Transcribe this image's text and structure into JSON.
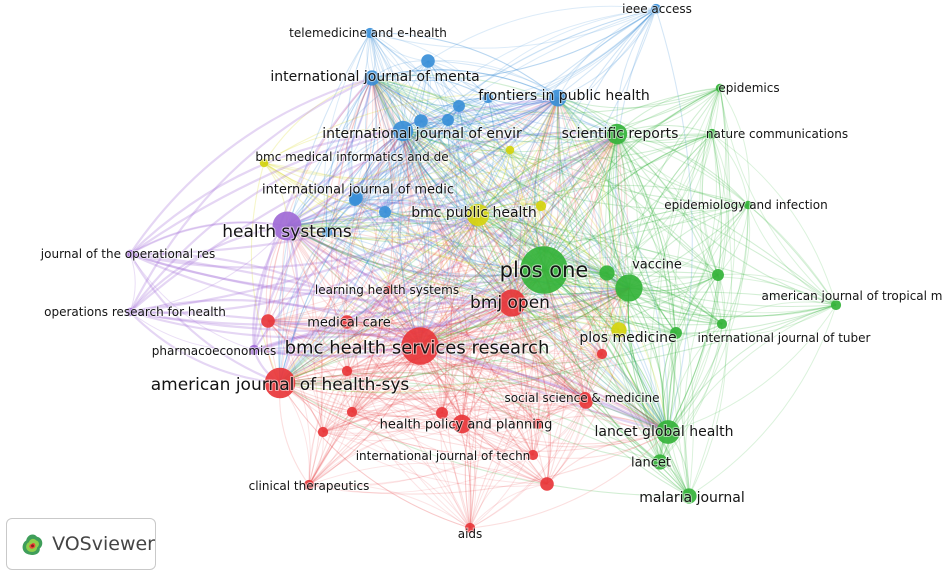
{
  "app": {
    "brand": "VOSviewer"
  },
  "colors": {
    "red": "#e8363a",
    "green": "#34b33a",
    "blue": "#3a8fd8",
    "yellow": "#d4d40e",
    "purple": "#a06ad6"
  },
  "network": {
    "nodes": [
      {
        "id": "plos-one",
        "label": "plos one",
        "cluster": "green",
        "weight": 28
      },
      {
        "id": "bmj-open",
        "label": "bmj open",
        "cluster": "red",
        "weight": 16
      },
      {
        "id": "bmc-health-services-research",
        "label": "bmc health services research",
        "cluster": "red",
        "weight": 22
      },
      {
        "id": "american-journal-of-health-sys",
        "label": "american journal of health-sys",
        "cluster": "red",
        "weight": 18
      },
      {
        "id": "health-systems",
        "label": "health systems",
        "cluster": "purple",
        "weight": 17
      },
      {
        "id": "bmc-public-health",
        "label": "bmc public health",
        "cluster": "yellow",
        "weight": 13
      },
      {
        "id": "international-journal-of-envir",
        "label": "international journal of envir",
        "cluster": "blue",
        "weight": 12
      },
      {
        "id": "international-journal-of-menta",
        "label": "international journal of menta",
        "cluster": "blue",
        "weight": 9
      },
      {
        "id": "frontiers-in-public-health",
        "label": "frontiers in public health",
        "cluster": "blue",
        "weight": 10
      },
      {
        "id": "scientific-reports",
        "label": "scientific reports",
        "cluster": "green",
        "weight": 12
      },
      {
        "id": "lancet-global-health",
        "label": "lancet global health",
        "cluster": "green",
        "weight": 14
      },
      {
        "id": "lancet",
        "label": "lancet",
        "cluster": "green",
        "weight": 9
      },
      {
        "id": "malaria-journal",
        "label": "malaria journal",
        "cluster": "green",
        "weight": 9
      },
      {
        "id": "vaccine",
        "label": "vaccine",
        "cluster": "green",
        "weight": 16
      },
      {
        "id": "plos-medicine",
        "label": "plos medicine",
        "cluster": "yellow",
        "weight": 9
      },
      {
        "id": "health-policy-and-planning",
        "label": "health policy and planning",
        "cluster": "red",
        "weight": 11
      },
      {
        "id": "medical-care",
        "label": "medical care",
        "cluster": "red",
        "weight": 8
      },
      {
        "id": "pharmacoeconomics",
        "label": "pharmacoeconomics",
        "cluster": "purple",
        "weight": 6
      },
      {
        "id": "social-science-medicine",
        "label": "social science & medicine",
        "cluster": "red",
        "weight": 7
      },
      {
        "id": "international-journal-of-techn",
        "label": "international journal of techn",
        "cluster": "red",
        "weight": 6
      },
      {
        "id": "clinical-therapeutics",
        "label": "clinical therapeutics",
        "cluster": "red",
        "weight": 6
      },
      {
        "id": "aids",
        "label": "aids",
        "cluster": "red",
        "weight": 6
      },
      {
        "id": "learning-health-systems",
        "label": "learning health systems",
        "cluster": "red",
        "weight": 5
      },
      {
        "id": "international-journal-of-medic",
        "label": "international journal of medic",
        "cluster": "blue",
        "weight": 8
      },
      {
        "id": "bmc-medical-informatics-and-de",
        "label": "bmc medical informatics and de",
        "cluster": "yellow",
        "weight": 5
      },
      {
        "id": "telemedicine-and-e-health",
        "label": "telemedicine and e-health",
        "cluster": "blue",
        "weight": 6
      },
      {
        "id": "ieee-access",
        "label": "ieee access",
        "cluster": "blue",
        "weight": 6
      },
      {
        "id": "epidemics",
        "label": "epidemics",
        "cluster": "green",
        "weight": 5
      },
      {
        "id": "nature-communications",
        "label": "nature communications",
        "cluster": "green",
        "weight": 6
      },
      {
        "id": "epidemiology-and-infection",
        "label": "epidemiology and infection",
        "cluster": "green",
        "weight": 5
      },
      {
        "id": "american-journal-of-tropical-m",
        "label": "american journal of tropical m",
        "cluster": "green",
        "weight": 6
      },
      {
        "id": "international-journal-of-tuber",
        "label": "international journal of tuber",
        "cluster": "green",
        "weight": 6
      },
      {
        "id": "journal-of-the-operational-res",
        "label": "journal of the operational res",
        "cluster": "purple",
        "weight": 5
      },
      {
        "id": "operations-research-for-health",
        "label": "operations research for health",
        "cluster": "purple",
        "weight": 5
      },
      {
        "id": "u-blue-1",
        "label": "",
        "cluster": "blue",
        "weight": 8
      },
      {
        "id": "u-blue-2",
        "label": "",
        "cluster": "blue",
        "weight": 7
      },
      {
        "id": "u-blue-3",
        "label": "",
        "cluster": "blue",
        "weight": 7
      },
      {
        "id": "u-blue-4",
        "label": "",
        "cluster": "blue",
        "weight": 6
      },
      {
        "id": "u-blue-5",
        "label": "",
        "cluster": "blue",
        "weight": 7
      },
      {
        "id": "u-blue-6",
        "label": "",
        "cluster": "blue",
        "weight": 7
      },
      {
        "id": "u-blue-7",
        "label": "",
        "cluster": "blue",
        "weight": 6
      },
      {
        "id": "u-blue-8",
        "label": "",
        "cluster": "blue",
        "weight": 8
      },
      {
        "id": "u-yellow-1",
        "label": "",
        "cluster": "yellow",
        "weight": 5
      },
      {
        "id": "u-yellow-2",
        "label": "",
        "cluster": "yellow",
        "weight": 6
      },
      {
        "id": "u-green-1",
        "label": "",
        "cluster": "green",
        "weight": 9
      },
      {
        "id": "u-green-2",
        "label": "",
        "cluster": "green",
        "weight": 7
      },
      {
        "id": "u-green-3",
        "label": "",
        "cluster": "green",
        "weight": 7
      },
      {
        "id": "u-red-1",
        "label": "",
        "cluster": "red",
        "weight": 8
      },
      {
        "id": "u-red-2",
        "label": "",
        "cluster": "red",
        "weight": 6
      },
      {
        "id": "u-red-3",
        "label": "",
        "cluster": "red",
        "weight": 6
      },
      {
        "id": "u-red-4",
        "label": "",
        "cluster": "red",
        "weight": 7
      },
      {
        "id": "u-red-5",
        "label": "",
        "cluster": "red",
        "weight": 6
      },
      {
        "id": "u-red-6",
        "label": "",
        "cluster": "red",
        "weight": 8
      },
      {
        "id": "u-red-7",
        "label": "",
        "cluster": "red",
        "weight": 8
      },
      {
        "id": "u-red-8",
        "label": "",
        "cluster": "red",
        "weight": 6
      },
      {
        "id": "u-red-9",
        "label": "",
        "cluster": "red",
        "weight": 6
      }
    ]
  }
}
